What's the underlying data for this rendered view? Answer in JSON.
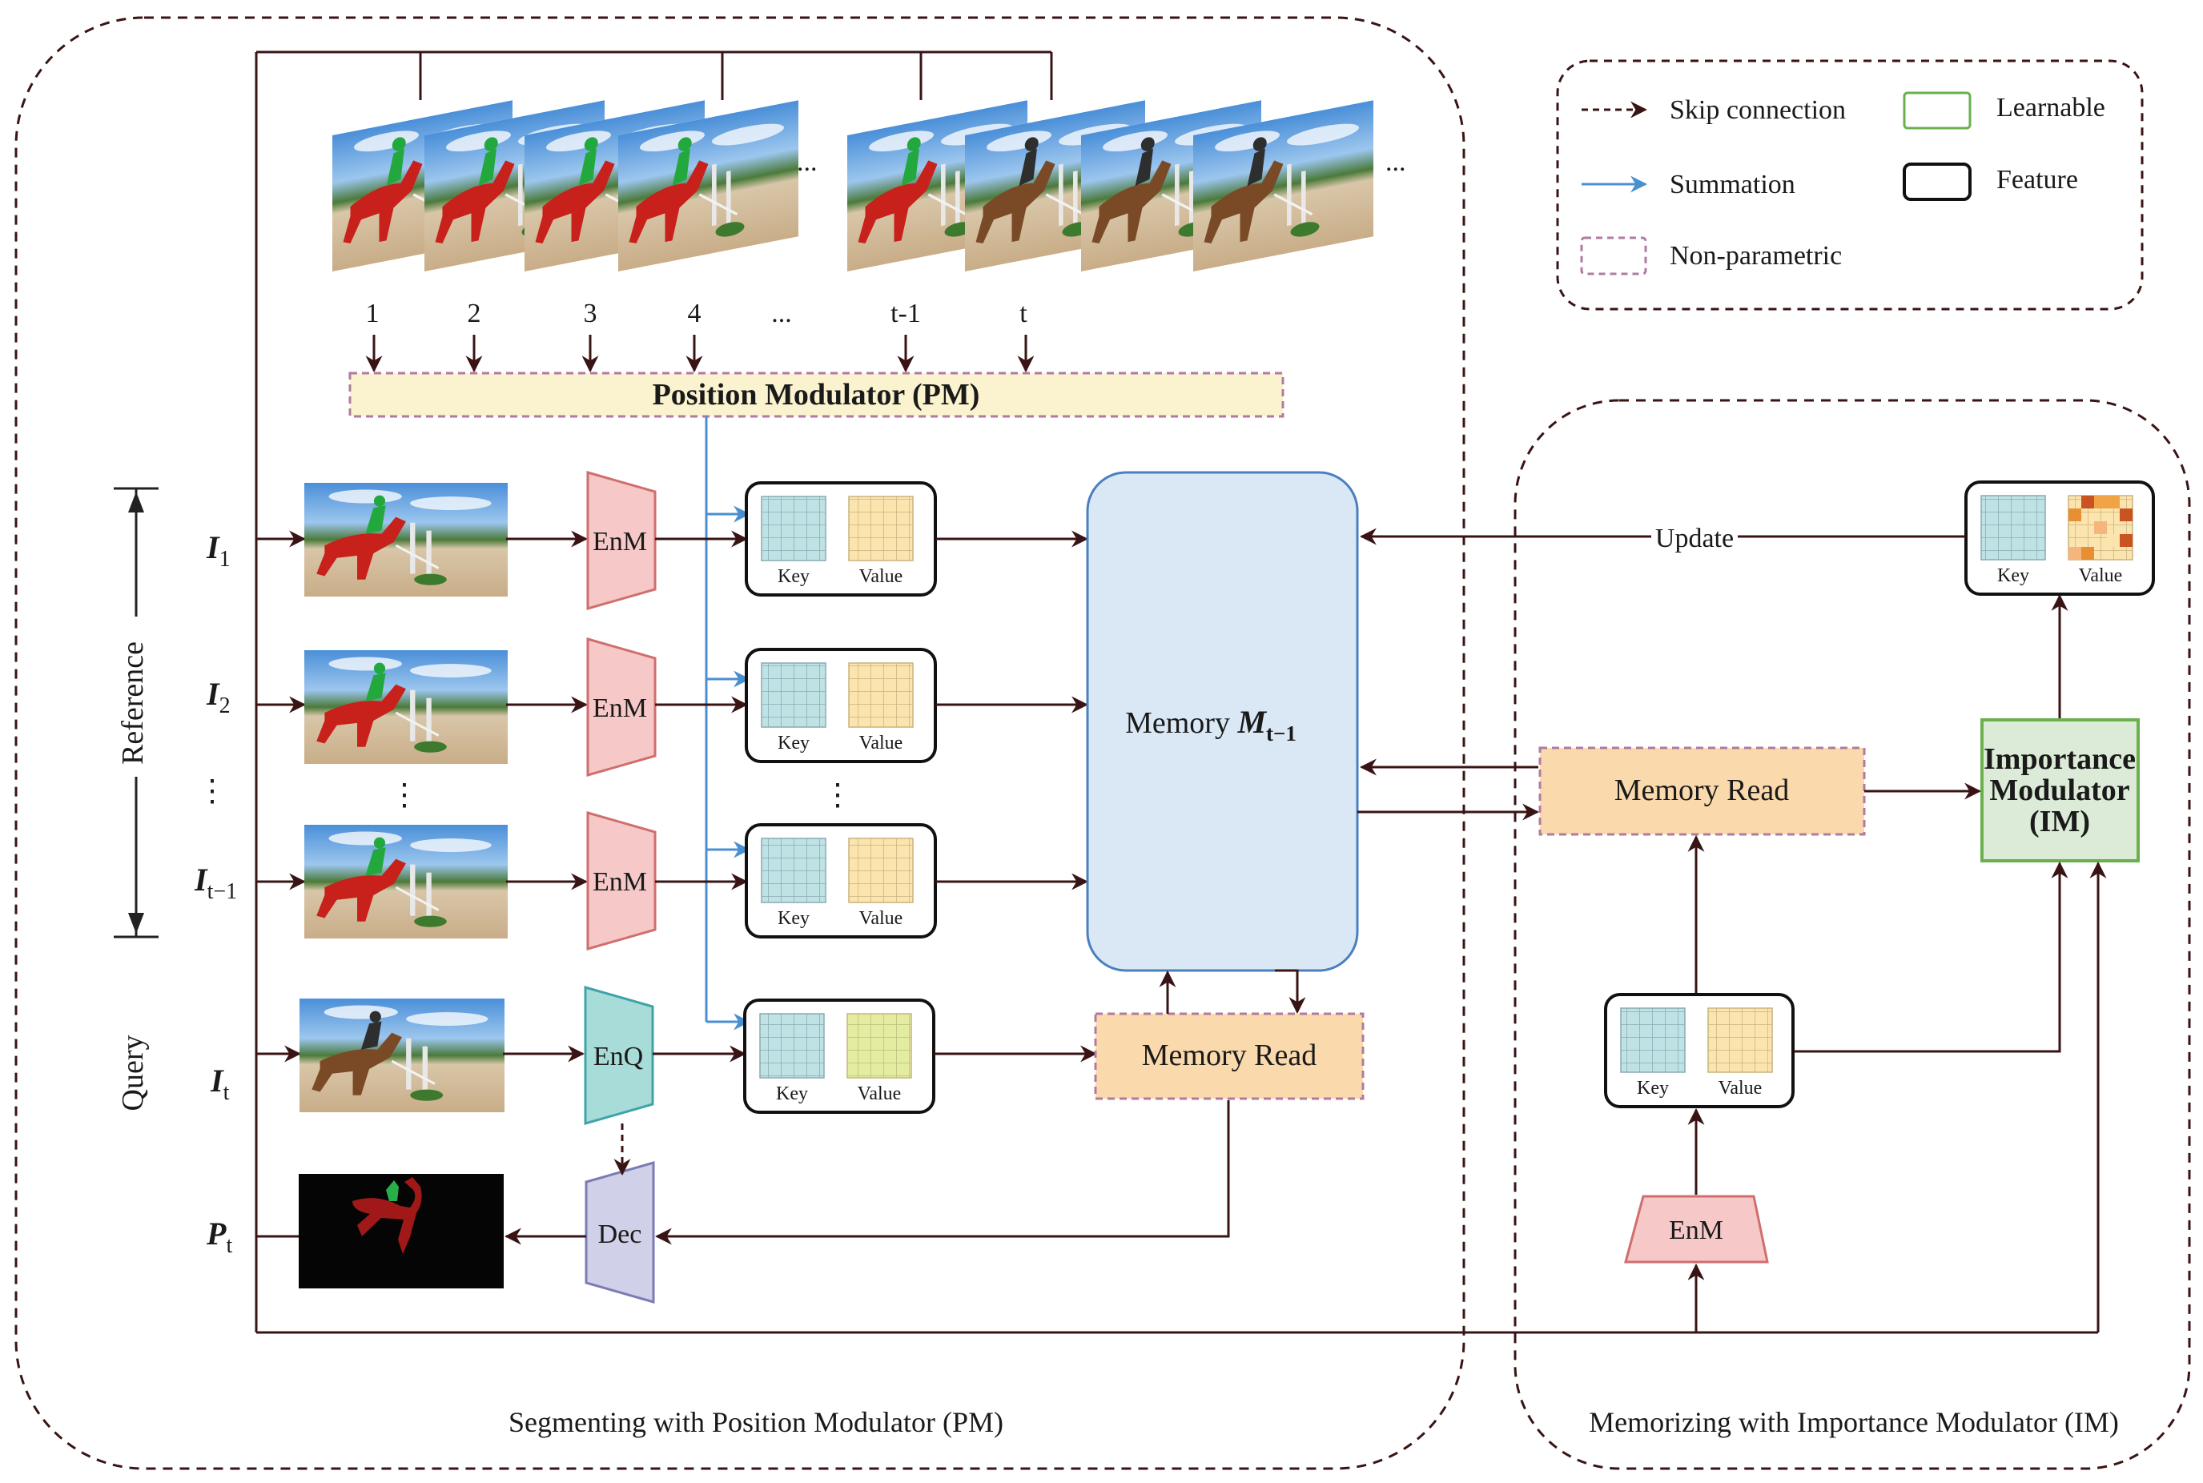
{
  "legend": {
    "skip": "Skip connection",
    "sum": "Summation",
    "nonparam": "Non-parametric",
    "learnable": "Learnable",
    "feature": "Feature"
  },
  "frames": {
    "indices": [
      "1",
      "2",
      "3",
      "4",
      "...",
      "t-1",
      "t"
    ],
    "ellipsis": "..."
  },
  "pm_label": "Position Modulator (PM)",
  "side": {
    "reference": "Reference",
    "query": "Query",
    "dots": "⋮"
  },
  "inputs": {
    "i1": {
      "base": "I",
      "sub": "1"
    },
    "i2": {
      "base": "I",
      "sub": "2"
    },
    "itm1": {
      "base": "I",
      "sub": "t−1"
    },
    "it": {
      "base": "I",
      "sub": "t"
    },
    "pt": {
      "base": "P",
      "sub": "t"
    }
  },
  "encoders": {
    "enm": "EnM",
    "enq": "EnQ",
    "dec": "Dec"
  },
  "kv": {
    "key": "Key",
    "value": "Value"
  },
  "memory": {
    "label": "Memory ",
    "sym": "M",
    "sub": "t−1"
  },
  "memory_read": "Memory Read",
  "update": "Update",
  "im": {
    "line1": "Importance",
    "line2": "Modulator",
    "line3": "(IM)"
  },
  "captions": {
    "left": "Segmenting with Position Modulator (PM)",
    "right": "Memorizing with Importance Modulator (IM)"
  },
  "colors": {
    "arrow": "#3a1414",
    "blue": "#4a8fd0",
    "enm_fill": "#f6c8c8",
    "enq_fill": "#a8dcd8",
    "dec_fill": "#d0d0e8",
    "memory_fill": "#dae8f6",
    "read_fill": "#fad9ad",
    "pm_fill": "#fbf3cf",
    "im_fill": "#dcebd8"
  }
}
